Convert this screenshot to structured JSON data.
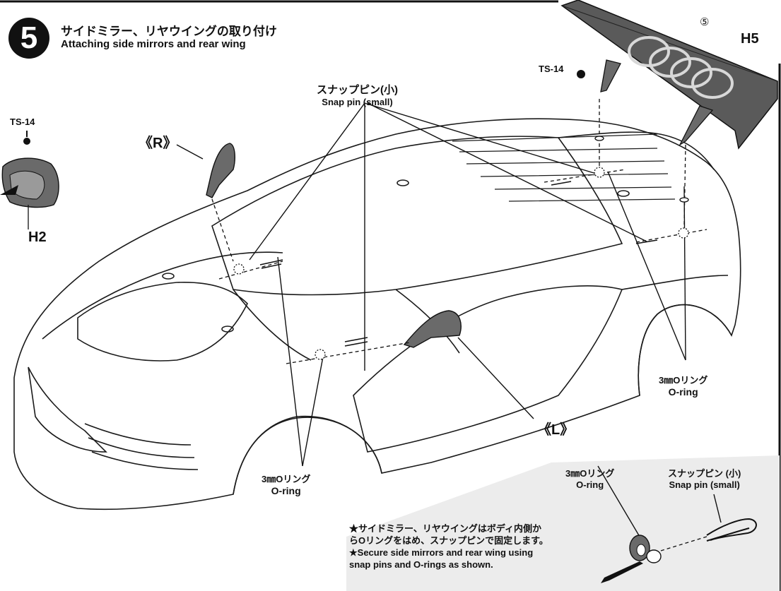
{
  "step": {
    "number": "5",
    "title_ja": "サイドミラー、リヤウイングの取り付け",
    "title_en": "Attaching side mirrors and rear wing"
  },
  "parts": {
    "h5": "H5",
    "h2": "H2",
    "wing_num": "⑤",
    "ts14_left": "TS-14",
    "ts14_right": "TS-14",
    "right_marker": "《R》",
    "left_marker": "《L》"
  },
  "callouts": {
    "snap_pin_ja": "スナップピン(小)",
    "snap_pin_en": "Snap pin (small)",
    "oring_rear_ja": "3㎜Oリング",
    "oring_rear_en": "O-ring",
    "oring_front_ja": "3㎜Oリング",
    "oring_front_en": "O-ring"
  },
  "detail": {
    "oring_ja": "3㎜Oリング",
    "oring_en": "O-ring",
    "snap_pin_ja": "スナップピン (小)",
    "snap_pin_en": "Snap pin (small)"
  },
  "note": {
    "line1": "★サイドミラー、リヤウイングはボディ内側か",
    "line2": "らOリングをはめ、スナップピンで固定します。",
    "line3": "★Secure side mirrors and rear wing using",
    "line4": "snap pins and O-rings as shown."
  },
  "colors": {
    "line": "#1a1a1a",
    "panel": "#ececec",
    "wing": "#555555",
    "part_dark": "#6a6a6a"
  }
}
